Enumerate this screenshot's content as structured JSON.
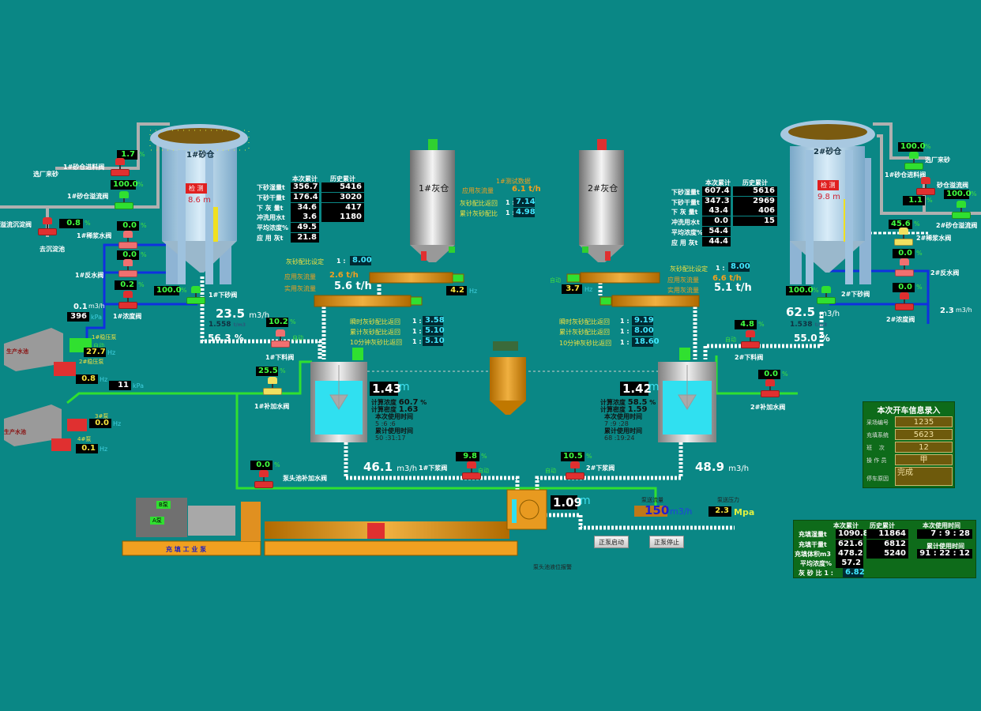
{
  "silo1": {
    "label": "1#砂仓",
    "detect": "检 测",
    "level": "8.6 m"
  },
  "silo2": {
    "label": "2#砂仓",
    "detect": "检 测",
    "level": "9.8 m"
  },
  "ash1": {
    "label": "1#灰仓"
  },
  "ash2": {
    "label": "2#灰仓"
  },
  "left": {
    "feed_valve": {
      "value": "1.7",
      "unit": "%",
      "label": "1#砂仓进料阀"
    },
    "source": "选厂来砂",
    "overflow_valve": {
      "value": "100.0",
      "unit": "%",
      "label": "1#砂仓溢流阀"
    },
    "settle_valve": {
      "label": "溢流沉淀阀",
      "value": "0.8",
      "unit": "%",
      "dest": "去沉淀池"
    },
    "dilute_valve": {
      "value": "0.0",
      "unit": "%",
      "label": "1#稀浆水阀"
    },
    "back_valve": {
      "value": "0.0",
      "unit": "%",
      "label": "1#反水阀"
    },
    "conc_valve": {
      "value": "0.2",
      "unit": "%",
      "label": "1#浓度阀"
    },
    "water_flow": "0.1",
    "water_flow_unit": "m3/h",
    "pressure": "396",
    "pressure_unit": "kPa",
    "sand_valve": {
      "value": "100.0",
      "unit": "%",
      "label": "1#下砂阀"
    },
    "flow": "23.5",
    "flow_unit": "m3/h",
    "density": "1.558",
    "density_unit": "t/m3",
    "conc": "56.3 %",
    "pool1": "生产水池",
    "pump1": "1#稳压泵",
    "auto": "自动",
    "pump1_hz": "27.7",
    "hz": "Hz",
    "pump2": "2#稳压泵",
    "pump2_hz": "0.8",
    "kpa2": "11",
    "kpa_unit": "kPa",
    "pool2": "生产水池",
    "pump3": "3#泵",
    "pump3_hz": "0.0",
    "pump4": "4#泵",
    "pump4_hz": "0.1",
    "feed_out_valve": {
      "value": "10.2",
      "unit": "%",
      "auto": "自动",
      "label": "1#下料阀"
    },
    "add_water_valve": {
      "value": "25.5",
      "unit": "%",
      "label": "1#补加水阀"
    },
    "pumphead_valve": {
      "value": "0.0",
      "unit": "%",
      "label": "泵头池补加水阀"
    }
  },
  "table1": {
    "headers": [
      "本次累计",
      "历史累计"
    ],
    "rows": [
      {
        "label": "下砂湿量t",
        "cur": "356.7",
        "hist": "5416"
      },
      {
        "label": "下砂干量t",
        "cur": "176.4",
        "hist": "3020"
      },
      {
        "label": "下 灰 量t",
        "cur": "34.6",
        "hist": "417"
      },
      {
        "label": "冲洗用水t",
        "cur": "3.6",
        "hist": "1180"
      },
      {
        "label": "平均浓度%",
        "cur": "49.5"
      },
      {
        "label": "应 用 灰t",
        "cur": "21.8"
      }
    ]
  },
  "table2": {
    "headers": [
      "本次累计",
      "历史累计"
    ],
    "rows": [
      {
        "label": "下砂湿量t",
        "cur": "607.4",
        "hist": "5616"
      },
      {
        "label": "下砂干量t",
        "cur": "347.3",
        "hist": "2969"
      },
      {
        "label": "下 灰 量t",
        "cur": "43.4",
        "hist": "406"
      },
      {
        "label": "冲洗用水t",
        "cur": "0.0",
        "hist": "15"
      },
      {
        "label": "平均浓度%",
        "cur": "54.4"
      },
      {
        "label": "应 用 灰t",
        "cur": "44.4"
      }
    ]
  },
  "test1": {
    "title": "1#测试数据",
    "flow_label": "应用灰流量",
    "flow": "6.1 t/h",
    "ratio_label": "灰砂配比返回",
    "ratio": "7.14",
    "cum_label": "累计灰砂配比",
    "cum": "4.98",
    "prefix": "1 :"
  },
  "ash_line1": {
    "set_label": "灰砂配比设定",
    "set": "8.00",
    "app_label": "应用灰流量",
    "app": "2.6 t/h",
    "act_label": "实用灰流量",
    "act": "5.6 t/h",
    "hz": "4.2",
    "hz_unit": "Hz",
    "inst_label": "瞬时灰砂配比返回",
    "inst": "3.58",
    "cum_label": "累计灰砂配比返回",
    "cum": "5.10",
    "ten_label": "10分钟灰砂比返回",
    "ten": "5.10",
    "prefix": "1 :"
  },
  "ash_line2": {
    "set_label": "灰砂配比设定",
    "set": "8.00",
    "app_label": "应用灰流量",
    "app": "6.6 t/h",
    "act_label": "实用灰流量",
    "act": "5.1 t/h",
    "hz": "3.7",
    "hz_unit": "Hz",
    "auto": "自动",
    "inst_label": "瞬时灰砂配比返回",
    "inst": "9.19",
    "cum_label": "累计灰砂配比返回",
    "cum": "8.00",
    "ten_label": "10分钟灰砂比返回",
    "ten": "18.60",
    "prefix": "1 :"
  },
  "mixer1": {
    "level": "1.43",
    "unit": "m",
    "conc_label": "计算浓度",
    "conc": "60.7",
    "pct": "%",
    "dens_label": "计算密度",
    "dens": "1.63",
    "cur_time_label": "本次使用时间",
    "cur_time": "5 :6 :6",
    "tot_time_label": "累计使用时间",
    "tot_time": "50 :31:17",
    "out_flow": "46.1",
    "out_unit": "m3/h",
    "valve_label": "1#下浆阀",
    "valve": "9.8",
    "auto": "自动"
  },
  "mixer2": {
    "level": "1.42",
    "unit": "m",
    "conc_label": "计算浓度",
    "conc": "58.5",
    "pct": "%",
    "dens_label": "计算密度",
    "dens": "1.59",
    "cur_time_label": "本次使用时间",
    "cur_time": "7 :9 :28",
    "tot_time_label": "累计使用时间",
    "tot_time": "68 :19:24",
    "out_flow": "48.9",
    "out_unit": "m3/h",
    "valve_label": "2#下浆阀",
    "valve": "10.5",
    "auto": "自动"
  },
  "right": {
    "feed_out_valve": {
      "value": "4.8",
      "unit": "%",
      "auto": "自动",
      "label": "2#下料阀"
    },
    "flow": "62.5",
    "flow_unit": "m3/h",
    "density": "1.538",
    "density_unit": "t/m3",
    "conc": "55.0 %",
    "add_water_valve": {
      "value": "0.0",
      "unit": "%",
      "label": "2#补加水阀"
    },
    "feed_valve": {
      "value": "100.0",
      "unit": "%",
      "label": "1#砂仓进料阀"
    },
    "source": "选厂来砂",
    "overflow_main": {
      "label": "砂仓溢流阀",
      "value": "1.1",
      "unit": "%"
    },
    "overflow_valve": {
      "value": "100.0",
      "unit": "%",
      "label": "2#砂仓溢流阀"
    },
    "dilute_valve": {
      "value": "45.6",
      "unit": "%",
      "label": "2#稀浆水阀"
    },
    "back_valve": {
      "value": "0.0",
      "unit": "%",
      "label": "2#反水阀"
    },
    "conc_valve": {
      "value": "0.0",
      "unit": "%",
      "label": "2#浓度阀"
    },
    "water_flow": "2.3",
    "water_flow_unit": "m3/h",
    "sand_valve": {
      "value": "100.0",
      "unit": "%",
      "label": "2#下砂阀"
    }
  },
  "pump": {
    "label": "充 填 工 业 泵",
    "a": "A泵",
    "b": "B泵",
    "level": "1.09",
    "level_unit": "m",
    "flow_label": "泵送流量",
    "flow": "150",
    "flow_unit": "m3/h",
    "press_label": "泵送压力",
    "press": "2.3",
    "press_unit": "Mpa",
    "start": "正泵启动",
    "stop": "正泵停止",
    "alarm": "泵头池液位报警"
  },
  "info": {
    "title": "本次开车信息录入",
    "fields": [
      {
        "label": "采场编号",
        "value": "1235"
      },
      {
        "label": "充填系统",
        "value": "5623"
      },
      {
        "label": "班    次",
        "value": "12"
      },
      {
        "label": "操 作 员",
        "value": "甲"
      },
      {
        "label": "停车原因",
        "value": "完成"
      }
    ]
  },
  "summary": {
    "headers": [
      "本次累计",
      "历史累计",
      "本次使用时间"
    ],
    "rows": [
      {
        "label": "充填湿量t",
        "cur": "1090.8",
        "hist": "11864"
      },
      {
        "label": "充填干量t",
        "cur": "621.6",
        "hist": "6812"
      },
      {
        "label": "充填体积m3",
        "cur": "478.2",
        "hist": "5240"
      },
      {
        "label": "平均浓度%",
        "cur": "57.2"
      }
    ],
    "ratio_label": "灰 砂 比  1 :",
    "ratio": "6.82",
    "cur_time": [
      "7",
      "9",
      "28"
    ],
    "tot_label": "累计使用时间",
    "tot_time": [
      "91",
      "22",
      "12"
    ]
  },
  "colors": {
    "background": "#0a8785",
    "panel": "#0e6b1a",
    "lcd_green": "#40ff40"
  }
}
